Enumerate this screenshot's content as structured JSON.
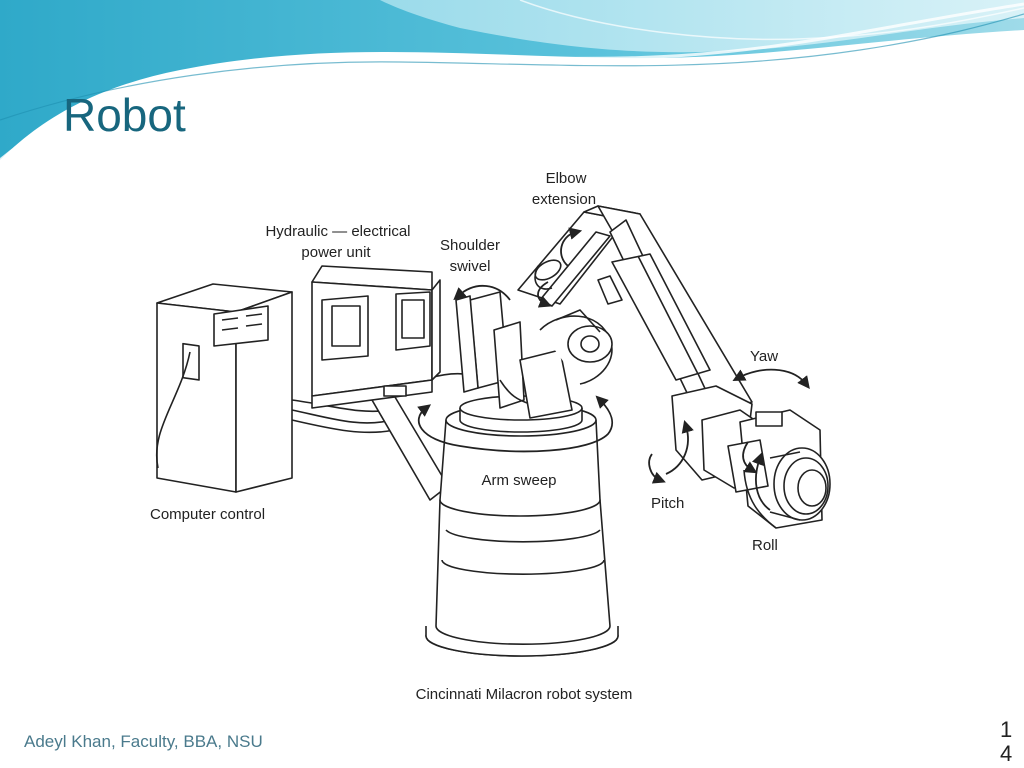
{
  "slide": {
    "title": "Robot",
    "footer": "Adeyl Khan, Faculty, BBA, NSU",
    "page_number": "14"
  },
  "diagram": {
    "caption": "Cincinnati Milacron robot system",
    "labels": {
      "elbow_1": "Elbow",
      "elbow_2": "extension",
      "hydraulic_1": "Hydraulic — electrical",
      "hydraulic_2": "power unit",
      "shoulder_1": "Shoulder",
      "shoulder_2": "swivel",
      "yaw": "Yaw",
      "arm_sweep": "Arm sweep",
      "pitch": "Pitch",
      "roll": "Roll",
      "computer_control": "Computer control"
    }
  },
  "colors": {
    "title": "#17667e",
    "wave_dark": "#3fb2cf",
    "wave_mid": "#7fd3e6",
    "wave_light": "#c8ecf3",
    "line": "#222222"
  }
}
